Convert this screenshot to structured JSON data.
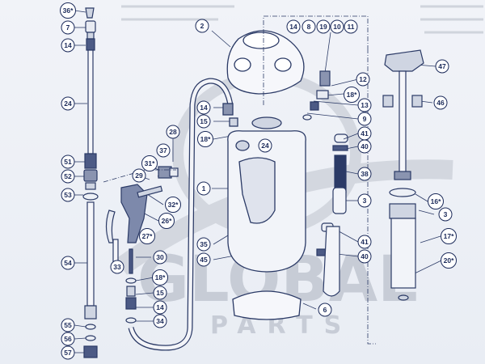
{
  "watermark": {
    "brand": "GLOBAL",
    "sub": "PARTS"
  },
  "callouts": [
    {
      "id": "c36",
      "label": "36*"
    },
    {
      "id": "c7",
      "label": "7"
    },
    {
      "id": "c14a",
      "label": "14"
    },
    {
      "id": "c24a",
      "label": "24"
    },
    {
      "id": "c51",
      "label": "51"
    },
    {
      "id": "c52",
      "label": "52"
    },
    {
      "id": "c53",
      "label": "53"
    },
    {
      "id": "c54",
      "label": "54"
    },
    {
      "id": "c55",
      "label": "55"
    },
    {
      "id": "c56",
      "label": "56"
    },
    {
      "id": "c57",
      "label": "57"
    },
    {
      "id": "c29",
      "label": "29"
    },
    {
      "id": "c31",
      "label": "31*"
    },
    {
      "id": "c37",
      "label": "37"
    },
    {
      "id": "c28",
      "label": "28"
    },
    {
      "id": "c32",
      "label": "32*"
    },
    {
      "id": "c26",
      "label": "26*"
    },
    {
      "id": "c27",
      "label": "27*"
    },
    {
      "id": "c33",
      "label": "33"
    },
    {
      "id": "c30",
      "label": "30"
    },
    {
      "id": "c18a",
      "label": "18*"
    },
    {
      "id": "c15a",
      "label": "15"
    },
    {
      "id": "c14b",
      "label": "14"
    },
    {
      "id": "c34",
      "label": "34"
    },
    {
      "id": "c2",
      "label": "2"
    },
    {
      "id": "c14c",
      "label": "14"
    },
    {
      "id": "c15b",
      "label": "15"
    },
    {
      "id": "c18b",
      "label": "18*"
    },
    {
      "id": "c24b",
      "label": "24"
    },
    {
      "id": "c1",
      "label": "1"
    },
    {
      "id": "c35",
      "label": "35"
    },
    {
      "id": "c45",
      "label": "45"
    },
    {
      "id": "c6",
      "label": "6"
    },
    {
      "id": "c14d",
      "label": "14"
    },
    {
      "id": "c8",
      "label": "8"
    },
    {
      "id": "c19",
      "label": "19"
    },
    {
      "id": "c10",
      "label": "10"
    },
    {
      "id": "c11",
      "label": "11"
    },
    {
      "id": "c12",
      "label": "12"
    },
    {
      "id": "c18c",
      "label": "18*"
    },
    {
      "id": "c13",
      "label": "13"
    },
    {
      "id": "c9",
      "label": "9"
    },
    {
      "id": "c41a",
      "label": "41"
    },
    {
      "id": "c40a",
      "label": "40"
    },
    {
      "id": "c38",
      "label": "38"
    },
    {
      "id": "c3a",
      "label": "3"
    },
    {
      "id": "c41b",
      "label": "41"
    },
    {
      "id": "c40b",
      "label": "40"
    },
    {
      "id": "c47",
      "label": "47"
    },
    {
      "id": "c46",
      "label": "46"
    },
    {
      "id": "c16",
      "label": "16*"
    },
    {
      "id": "c3b",
      "label": "3"
    },
    {
      "id": "c17",
      "label": "17*"
    },
    {
      "id": "c20",
      "label": "20*"
    }
  ]
}
